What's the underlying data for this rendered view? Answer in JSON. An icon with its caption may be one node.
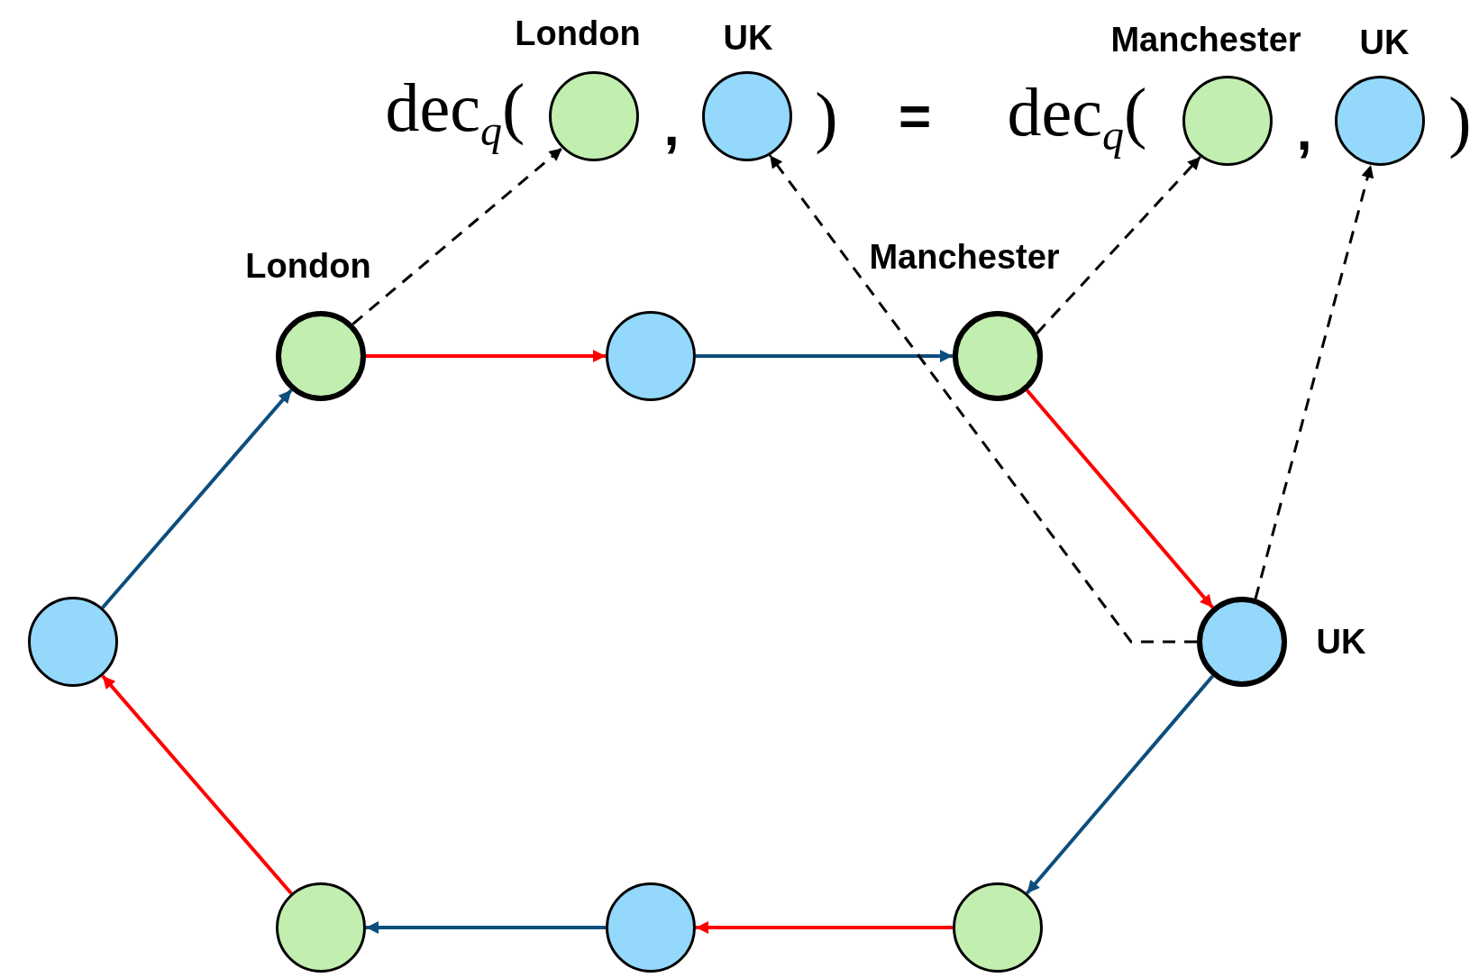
{
  "diagram": {
    "nodes": [
      {
        "text": [],
        "shape": "circle",
        "beside": [
          "London"
        ]
      },
      {
        "text": [],
        "shape": "circle",
        "beside": [
          "UK"
        ]
      },
      {
        "text": [],
        "shape": "circle",
        "beside": [
          "Manchester"
        ]
      },
      {
        "text": [],
        "shape": "circle",
        "beside": [
          "UK"
        ]
      },
      {
        "text": [],
        "shape": "circle",
        "beside": [
          "London"
        ]
      },
      {
        "text": [],
        "shape": "circle"
      },
      {
        "text": [],
        "shape": "circle",
        "beside": [
          "Manchester"
        ]
      },
      {
        "text": [],
        "shape": "circle"
      },
      {
        "text": [],
        "shape": "circle",
        "beside": [
          "UK"
        ]
      },
      {
        "text": [],
        "shape": "circle"
      },
      {
        "text": [],
        "shape": "circle"
      },
      {
        "text": [],
        "shape": "circle"
      }
    ],
    "edges": [
      {
        "from": 4,
        "to": 5,
        "arrow": "to",
        "color": "#ff0000"
      },
      {
        "from": 5,
        "to": 6,
        "arrow": "to",
        "color": "#0c4e7c"
      },
      {
        "from": 6,
        "to": 8,
        "arrow": "to",
        "color": "#ff0000"
      },
      {
        "from": 8,
        "to": 11,
        "arrow": "to",
        "color": "#0c4e7c"
      },
      {
        "from": 11,
        "to": 10,
        "arrow": "to",
        "color": "#ff0000"
      },
      {
        "from": 10,
        "to": 9,
        "arrow": "to",
        "color": "#0c4e7c"
      },
      {
        "from": 9,
        "to": 7,
        "arrow": "to",
        "color": "#ff0000"
      },
      {
        "from": 7,
        "to": 4,
        "arrow": "to",
        "color": "#0c4e7c"
      },
      {
        "from": 4,
        "to": 0,
        "arrow": "to",
        "style": "dashed",
        "color": "#000000"
      },
      {
        "from": 8,
        "to": 1,
        "arrow": "to",
        "style": "dashed",
        "color": "#000000"
      },
      {
        "from": 6,
        "to": 2,
        "arrow": "to",
        "style": "dashed",
        "color": "#000000"
      },
      {
        "from": 8,
        "to": 3,
        "arrow": "to",
        "style": "dashed",
        "color": "#000000"
      }
    ],
    "labels": [
      "dec$_{q}$(",
      ",",
      ")",
      "=",
      "dec$_{q}$(",
      ",",
      ")"
    ]
  }
}
